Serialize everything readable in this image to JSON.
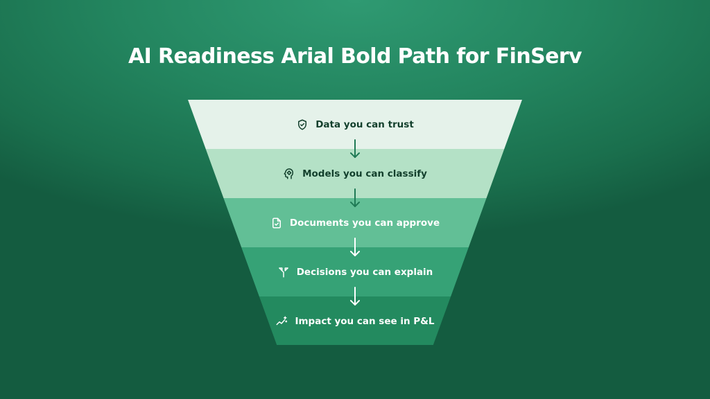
{
  "title": "AI Readiness Arial Bold Path for FinServ",
  "stages": [
    {
      "label": "Data you can trust",
      "icon": "shield-check-icon"
    },
    {
      "label": "Models you can classify",
      "icon": "brain-head-icon"
    },
    {
      "label": "Documents you can approve",
      "icon": "document-check-icon"
    },
    {
      "label": "Decisions you can explain",
      "icon": "split-arrows-icon"
    },
    {
      "label": "Impact you can see in P&L",
      "icon": "trend-sparkle-icon"
    }
  ],
  "colors": {
    "background": "#23855f",
    "stage_fills": [
      "#e5f2ea",
      "#b4e1c6",
      "#62bf96",
      "#36a276",
      "#238a5f"
    ],
    "dark_text": "#123f2c"
  }
}
